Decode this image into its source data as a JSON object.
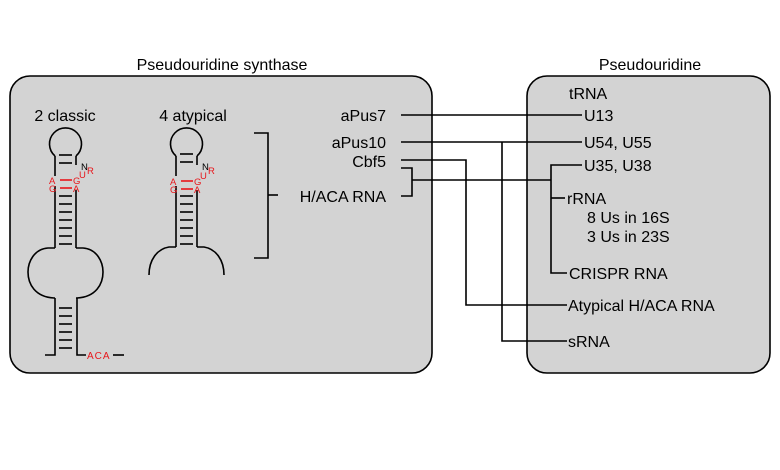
{
  "left_panel": {
    "title": "Pseudouridine synthase",
    "classic_label": "2 classic",
    "atypical_label": "4 atypical",
    "enzymes": [
      {
        "id": "apus7",
        "label": "aPus7"
      },
      {
        "id": "apus10",
        "label": "aPus10"
      },
      {
        "id": "cbf5",
        "label": "Cbf5"
      },
      {
        "id": "haca",
        "label": "H/ACA RNA"
      }
    ],
    "motif_nucleotides": {
      "left_top": "A",
      "left_bottom": "G",
      "right_g": "G",
      "right_u": "U",
      "right_r": "R",
      "right_a": "A",
      "right_n": "N",
      "aca_box": "ACA"
    }
  },
  "right_panel": {
    "title": "Pseudouridine",
    "targets": [
      {
        "id": "trna",
        "label": "tRNA"
      },
      {
        "id": "u13",
        "label": "U13"
      },
      {
        "id": "u54",
        "label": "U54, U55"
      },
      {
        "id": "u35",
        "label": "U35, U38"
      },
      {
        "id": "rrna",
        "label": "rRNA"
      },
      {
        "id": "r16s",
        "label": "8 Us in 16S"
      },
      {
        "id": "r23s",
        "label": "3 Us in 23S"
      },
      {
        "id": "crispr",
        "label": "CRISPR RNA"
      },
      {
        "id": "atypical",
        "label": "Atypical H/ACA RNA"
      },
      {
        "id": "srna",
        "label": "sRNA"
      }
    ]
  },
  "connections": [
    {
      "from": "aPus7",
      "to": [
        "U13"
      ]
    },
    {
      "from": "aPus10",
      "to": [
        "U54, U55",
        "sRNA"
      ]
    },
    {
      "from": "Cbf5",
      "to": [
        "Atypical H/ACA RNA"
      ]
    },
    {
      "from": "Cbf5 + H/ACA RNA",
      "to": [
        "U35, U38",
        "rRNA",
        "CRISPR RNA"
      ]
    }
  ],
  "colors": {
    "panel_fill": "#d3d3d3",
    "line": "#000000",
    "motif_red": "#e8161b"
  }
}
